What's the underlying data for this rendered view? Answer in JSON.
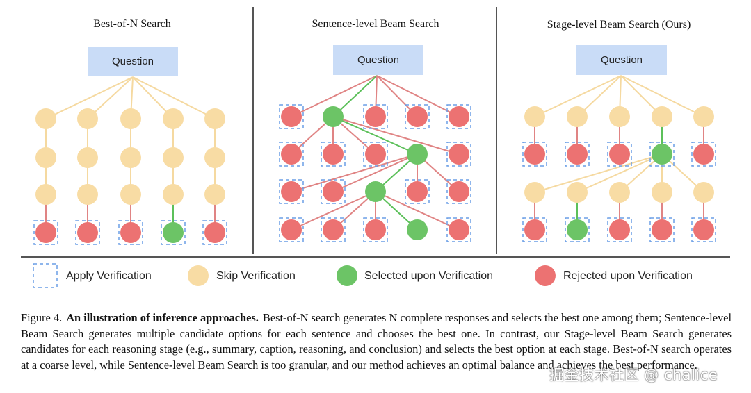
{
  "figure": {
    "panels": [
      {
        "id": "best-of-n",
        "title": "Best-of-N Search",
        "question_label": "Question"
      },
      {
        "id": "sentence-level",
        "title": "Sentence-level Beam Search",
        "question_label": "Question"
      },
      {
        "id": "stage-level",
        "title": "Stage-level Beam Search (Ours)",
        "question_label": "Question"
      }
    ],
    "legend": [
      {
        "key": "apply",
        "label": "Apply Verification"
      },
      {
        "key": "skip",
        "label": "Skip Verification"
      },
      {
        "key": "selected",
        "label": "Selected upon Verification"
      },
      {
        "key": "rejected",
        "label": "Rejected upon Verification"
      }
    ],
    "colors": {
      "skip": "#f8dca4",
      "selected": "#6cc466",
      "rejected": "#ec7272",
      "question_box": "#c9dcf7",
      "dashed": "#6a9ee6",
      "edge_skip": "#f5d9a0",
      "edge_red": "#e08484",
      "edge_green": "#5cc05a",
      "divider": "#555555"
    }
  },
  "caption": {
    "label": "Figure 4.",
    "title": "An illustration of inference approaches.",
    "body": "Best-of-N search generates N complete responses and selects the best one among them; Sentence-level Beam Search generates multiple candidate options for each sentence and chooses the best one. In contrast, our Stage-level Beam Search generates candidates for each reasoning stage (e.g., summary, caption, reasoning, and conclusion) and selects the best option at each stage. Best-of-N search operates at a coarse level, while Sentence-level Beam Search is too granular, and our method achieves an optimal balance and achieves the best performance."
  },
  "watermark": "掘金技术社区 @ chalice"
}
